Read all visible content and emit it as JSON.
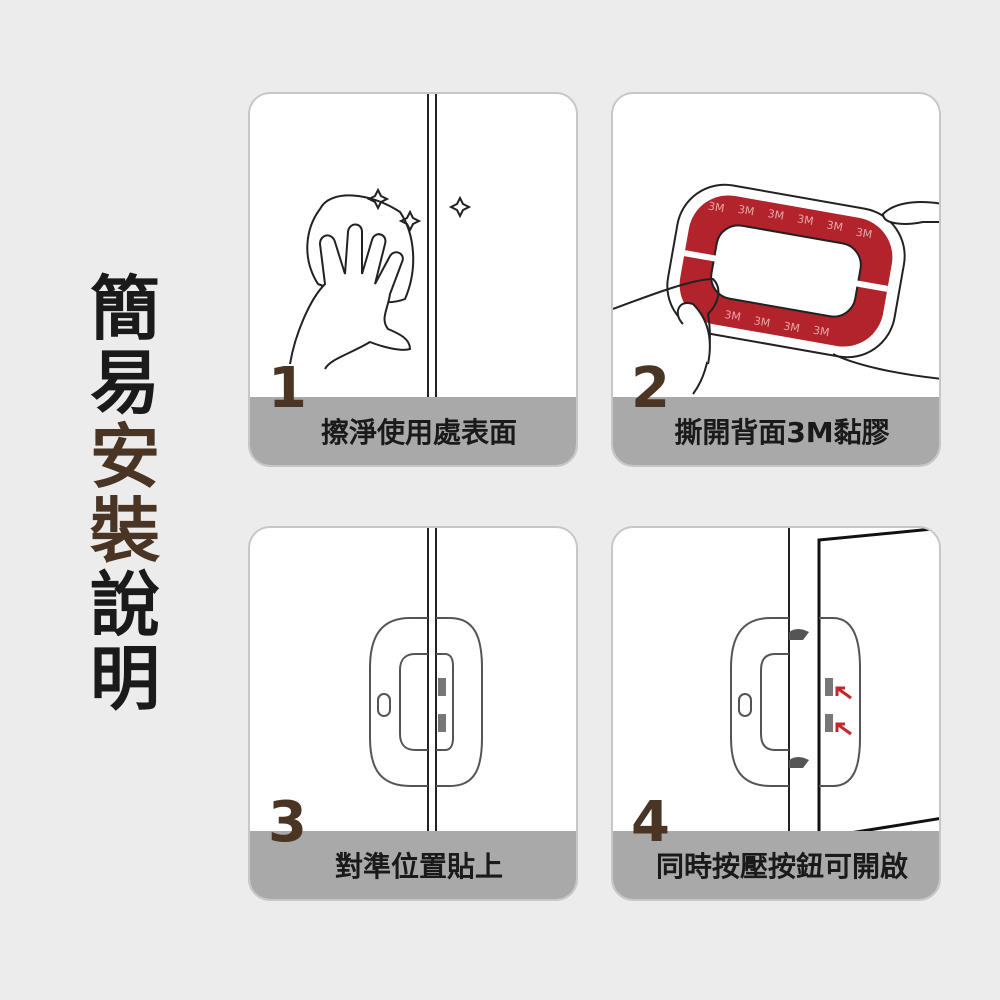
{
  "title": {
    "line1": "簡",
    "line2": "易",
    "line3": "安",
    "line4": "裝",
    "line5": "說",
    "line6": "明"
  },
  "steps": [
    {
      "number": "1",
      "caption": "擦淨使用處表面"
    },
    {
      "number": "2",
      "caption": "撕開背面3M黏膠"
    },
    {
      "number": "3",
      "caption": "對準位置貼上"
    },
    {
      "number": "4",
      "caption": "同時按壓按鈕可開啟"
    }
  ],
  "tape_brand": "3M",
  "colors": {
    "background": "#ececec",
    "card": "#ffffff",
    "caption_bar": "#a9a9a9",
    "accent_brown": "#4a3525",
    "tape_red": "#b3232b",
    "arrow_red": "#c0282d"
  }
}
